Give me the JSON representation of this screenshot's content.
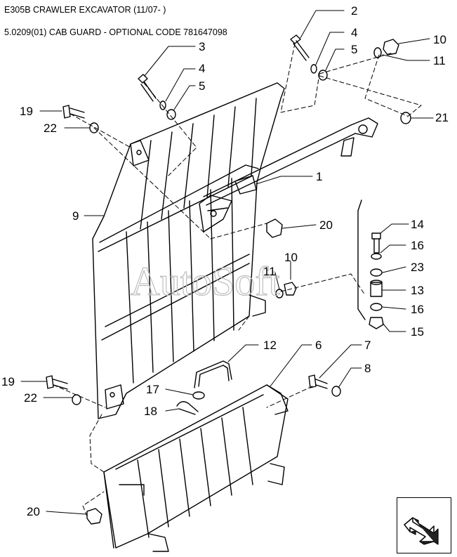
{
  "header": {
    "title": "E305B CRAWLER EXCAVATOR (11/07- )",
    "subtitle": "5.0209(01) CAB GUARD - OPTIONAL CODE 781647098"
  },
  "watermark": "AutoSoft",
  "callouts": [
    {
      "id": "c2",
      "number": "2"
    },
    {
      "id": "c4a",
      "number": "4"
    },
    {
      "id": "c5a",
      "number": "5"
    },
    {
      "id": "c10a",
      "number": "10"
    },
    {
      "id": "c11a",
      "number": "11"
    },
    {
      "id": "c3",
      "number": "3"
    },
    {
      "id": "c4b",
      "number": "4"
    },
    {
      "id": "c5b",
      "number": "5"
    },
    {
      "id": "c19a",
      "number": "19"
    },
    {
      "id": "c22a",
      "number": "22"
    },
    {
      "id": "c21",
      "number": "21"
    },
    {
      "id": "c1",
      "number": "1"
    },
    {
      "id": "c9",
      "number": "9"
    },
    {
      "id": "c20a",
      "number": "20"
    },
    {
      "id": "c14",
      "number": "14"
    },
    {
      "id": "c16a",
      "number": "16"
    },
    {
      "id": "c23",
      "number": "23"
    },
    {
      "id": "c10b",
      "number": "10"
    },
    {
      "id": "c11b",
      "number": "11"
    },
    {
      "id": "c13",
      "number": "13"
    },
    {
      "id": "c16b",
      "number": "16"
    },
    {
      "id": "c15",
      "number": "15"
    },
    {
      "id": "c12",
      "number": "12"
    },
    {
      "id": "c6",
      "number": "6"
    },
    {
      "id": "c7",
      "number": "7"
    },
    {
      "id": "c8",
      "number": "8"
    },
    {
      "id": "c19b",
      "number": "19"
    },
    {
      "id": "c22b",
      "number": "22"
    },
    {
      "id": "c17",
      "number": "17"
    },
    {
      "id": "c18",
      "number": "18"
    },
    {
      "id": "c20b",
      "number": "20"
    }
  ],
  "nav": {
    "icon": "next-page-arrow-icon"
  }
}
